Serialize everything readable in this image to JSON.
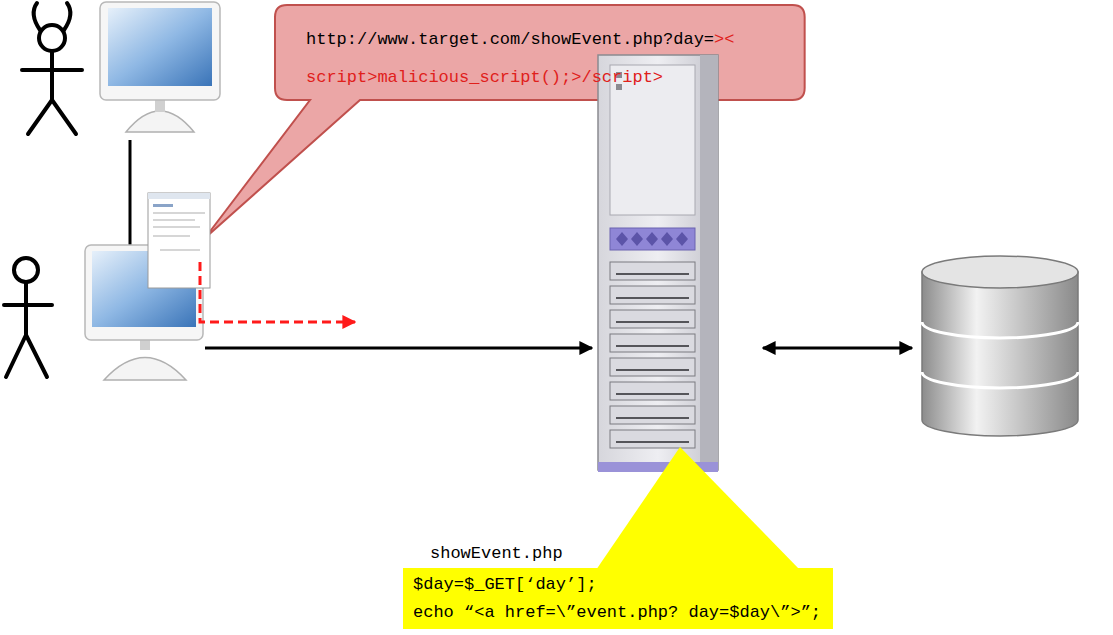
{
  "diagram": {
    "nodes": [
      {
        "text": [
          "http://www.target.com/showEvent.php?day=",
          "><script>malicious_script();>/script>"
        ]
      },
      {
        "text": [
          "showEvent.php",
          "$day=$_GET[‘day’];",
          "echo “<a href=\\”event.php? day=$day\\”>”;"
        ]
      }
    ]
  }
}
